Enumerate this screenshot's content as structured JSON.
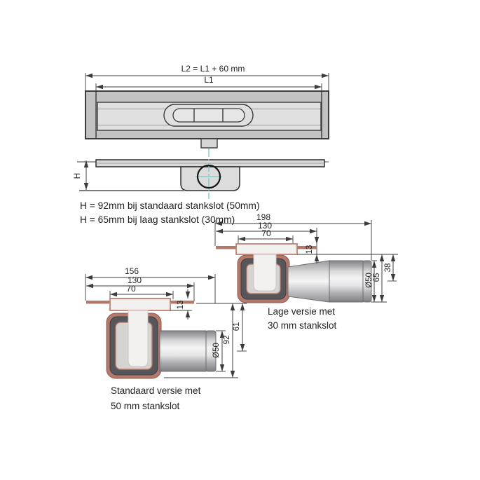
{
  "plan_view": {
    "dim_total_length": "L2 = L1 + 60 mm",
    "dim_grate_length": "L1"
  },
  "side_view": {
    "dim_height_label": "H"
  },
  "notes": {
    "line1": "H = 92mm bij standaard stankslot (50mm)",
    "line2": "H = 65mm bij laag stankslot (30mm)"
  },
  "standard_version": {
    "caption": {
      "line1": "Standaard versie met",
      "line2": "50 mm stankslot"
    },
    "dims": {
      "overall_width": "156",
      "flange_width": "130",
      "throat_width": "70",
      "flange_thickness": "13",
      "overall_height": "92",
      "outlet_center_depth": "61",
      "outlet_diameter": "Ø50"
    }
  },
  "low_version": {
    "caption": {
      "line1": "Lage versie met",
      "line2": "30 mm stankslot"
    },
    "dims": {
      "overall_width": "198",
      "flange_width": "130",
      "throat_width": "70",
      "flange_thickness": "13",
      "overall_height": "65",
      "outlet_center_depth": "38",
      "outlet_diameter": "Ø50"
    }
  },
  "colors": {
    "line": "#3c3c3c",
    "body-gray": "#c2c2c2",
    "grate-gray": "#e0e0e0",
    "seal-shell": "#b5796c",
    "seal-lining": "#57565a",
    "seal-inner": "#d6d3d1",
    "funnel-white": "#f3f1ef",
    "centerline": "#76c9ce"
  }
}
